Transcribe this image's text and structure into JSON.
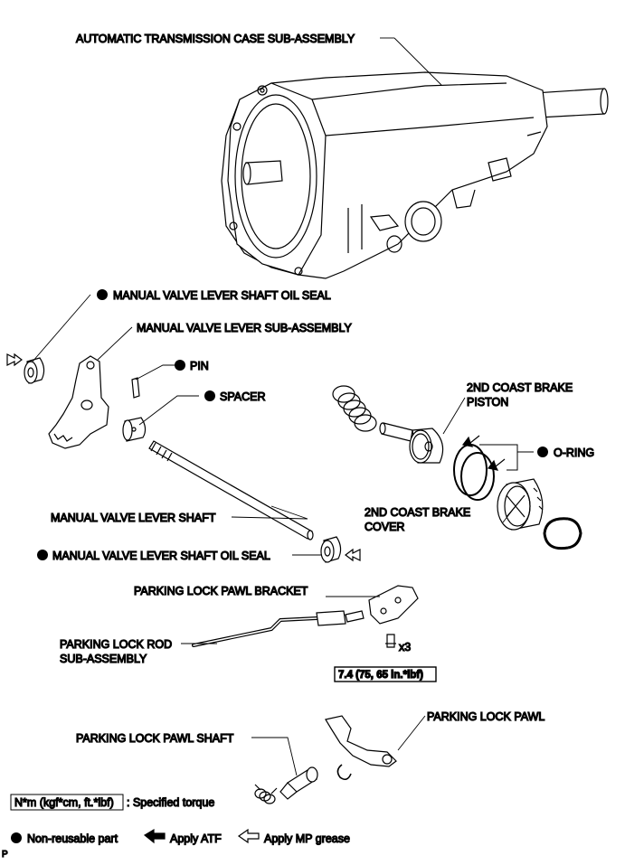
{
  "labels": {
    "case": "AUTOMATIC TRANSMISSION CASE SUB-ASSEMBLY",
    "oil_seal_top": "MANUAL VALVE LEVER SHAFT OIL SEAL",
    "lever_sub": "MANUAL VALVE LEVER SUB-ASSEMBLY",
    "pin": "PIN",
    "spacer": "SPACER",
    "piston_line1": "2ND COAST BRAKE",
    "piston_line2": "PISTON",
    "oring": "O-RING",
    "lever_shaft": "MANUAL VALVE LEVER SHAFT",
    "cover_line1": "2ND COAST BRAKE",
    "cover_line2": "COVER",
    "oil_seal_bottom": "MANUAL VALVE LEVER SHAFT OIL SEAL",
    "pawl_bracket": "PARKING LOCK PAWL BRACKET",
    "rod_line1": "PARKING LOCK ROD",
    "rod_line2": "SUB-ASSEMBLY",
    "bolt_qty": "x3",
    "torque_value": "7.4 (75, 65 in.*lbf)",
    "pawl": "PARKING LOCK PAWL",
    "pawl_shaft": "PARKING LOCK PAWL SHAFT",
    "corner": "P"
  },
  "legend": {
    "torque_unit": "N*m (kgf*cm, ft.*lbf)",
    "torque_desc": ": Specified torque",
    "non_reusable": "Non-reusable part",
    "apply_atf": "Apply ATF",
    "apply_mp": "Apply MP grease"
  }
}
